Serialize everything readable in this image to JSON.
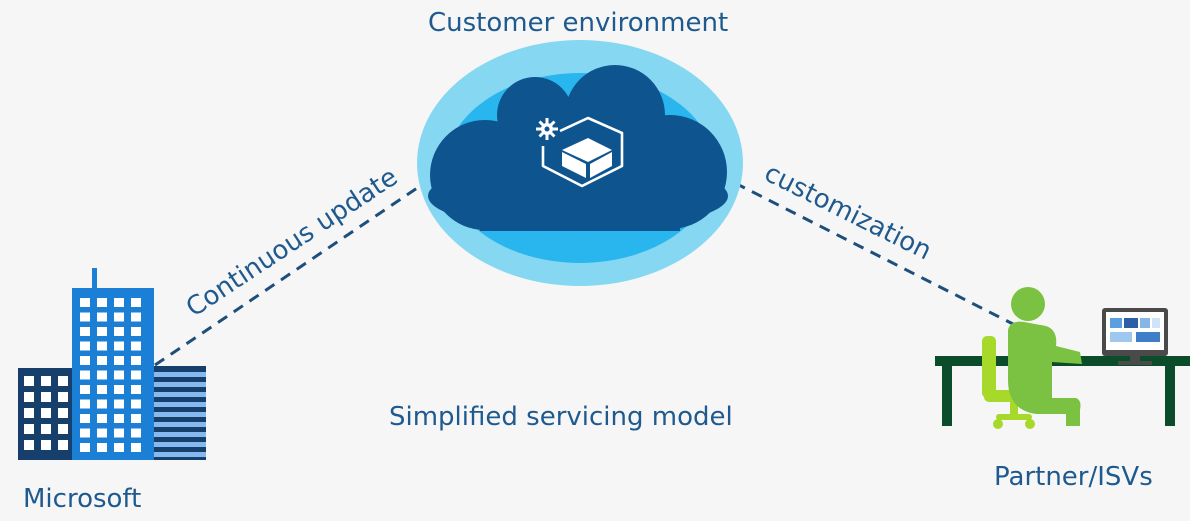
{
  "labels": {
    "cloud": "Customer environment",
    "left_link": "Continuous update",
    "right_link": "customization",
    "center": "Simplified servicing model",
    "left_node": "Microsoft",
    "right_node": "Partner/ISVs"
  },
  "colors": {
    "text": "#1f5a8f",
    "dash": "#1d4f7c",
    "halo_outer": "#86d8f2",
    "halo_inner": "#29b6ef",
    "cloud": "#0e5590",
    "building_dark": "#163f6b",
    "building_mid": "#1b7fd6",
    "building_light": "#3b8fe0",
    "person": "#7cc242",
    "chair": "#a6d92a",
    "desk": "#0b4d2b"
  },
  "icons": {
    "cloud_icon": "package-with-gear-icon",
    "left_icon": "office-buildings-icon",
    "right_icon": "person-at-computer-icon"
  }
}
